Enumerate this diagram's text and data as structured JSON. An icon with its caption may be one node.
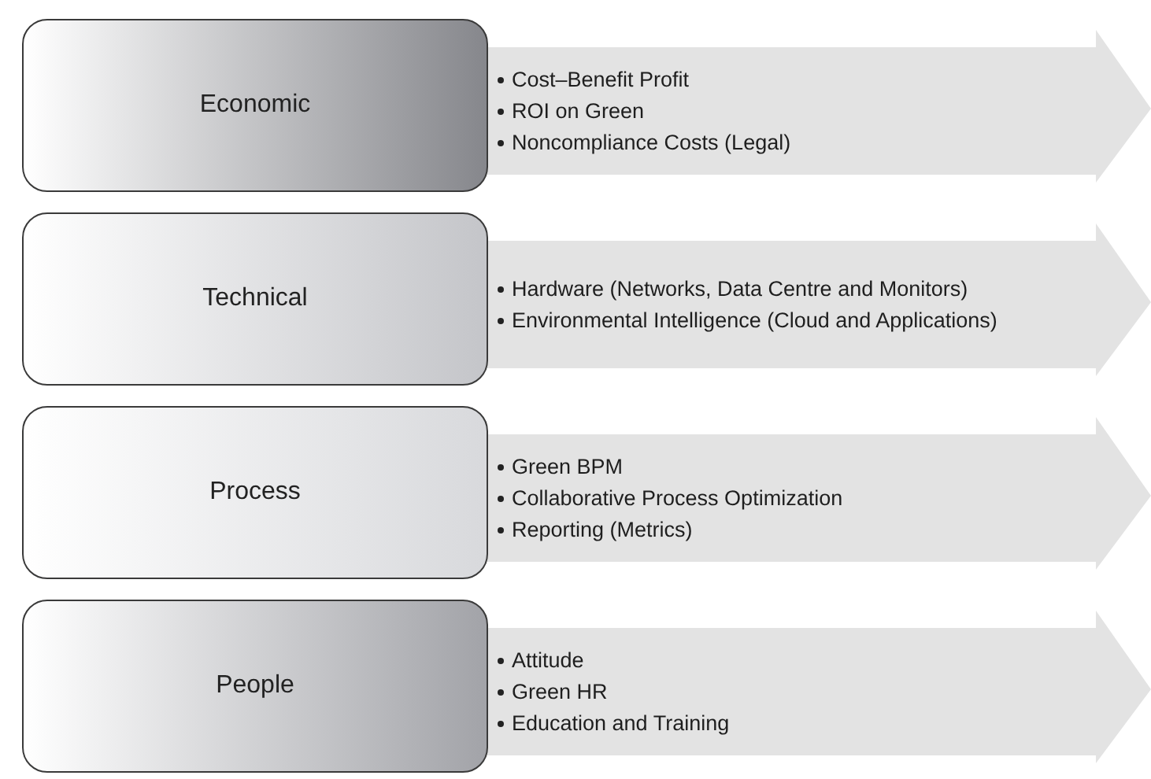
{
  "diagram": {
    "nodes": [
      {
        "text": [
          "Economic"
        ]
      },
      {
        "text": [
          "Cost–Benefit Profit",
          "ROI on Green",
          "Noncompliance Costs (Legal)"
        ]
      },
      {
        "text": [
          "Technical"
        ]
      },
      {
        "text": [
          "Hardware (Networks, Data Centre and Monitors)",
          "Environmental Intelligence (Cloud and Applications)"
        ]
      },
      {
        "text": [
          "Process"
        ]
      },
      {
        "text": [
          "Green BPM",
          "Collaborative Process Optimization",
          "Reporting (Metrics)"
        ]
      },
      {
        "text": [
          "People"
        ]
      },
      {
        "text": [
          "Attitude",
          "Green HR",
          "Education and Training"
        ]
      }
    ]
  }
}
